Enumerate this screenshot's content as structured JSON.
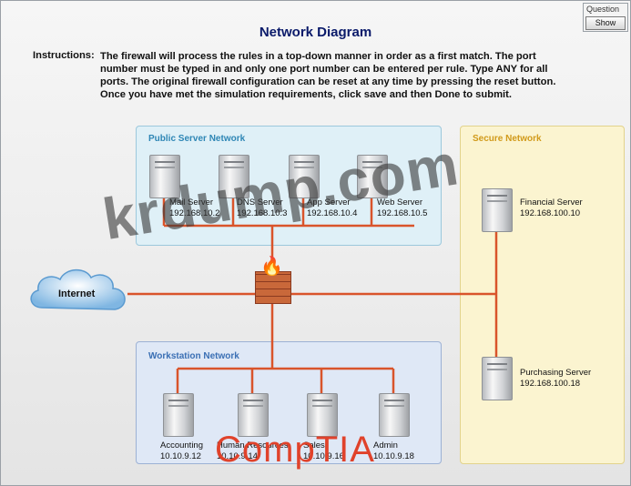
{
  "question_panel": {
    "label": "Question",
    "show_button": "Show"
  },
  "title": "Network Diagram",
  "instructions": {
    "label": "Instructions:",
    "text": "The firewall will process the rules in a top-down manner in order as a first match. The port number must be typed in and only one port number can be entered per rule. Type ANY for all ports. The original firewall configuration can be reset at any time by pressing the reset button. Once you have met the simulation requirements, click save and then Done to submit."
  },
  "zones": {
    "public": "Public Server Network",
    "secure": "Secure Network",
    "workstation": "Workstation Network"
  },
  "internet": {
    "label": "Internet"
  },
  "public_servers": [
    {
      "name": "Mail Server",
      "ip": "192.168.10.2"
    },
    {
      "name": "DNS Server",
      "ip": "192.168.10.3"
    },
    {
      "name": "App Server",
      "ip": "192.168.10.4"
    },
    {
      "name": "Web Server",
      "ip": "192.168.10.5"
    }
  ],
  "secure_servers": [
    {
      "name": "Financial Server",
      "ip": "192.168.100.10"
    },
    {
      "name": "Purchasing Server",
      "ip": "192.168.100.18"
    }
  ],
  "workstations": [
    {
      "name": "Accounting",
      "ip": "10.10.9.12"
    },
    {
      "name": "Human Resources",
      "ip": "10.10.9.14"
    },
    {
      "name": "Sales",
      "ip": "10.10.9.16"
    },
    {
      "name": "Admin",
      "ip": "10.10.9.18"
    }
  ],
  "watermark": "krdump.com",
  "brand": "CompTIA",
  "colors": {
    "link": "#d9542b",
    "title": "#0a1a6a",
    "public_label": "#2e86b5",
    "secure_label": "#d19a1a",
    "ws_label": "#3a6fb4"
  }
}
